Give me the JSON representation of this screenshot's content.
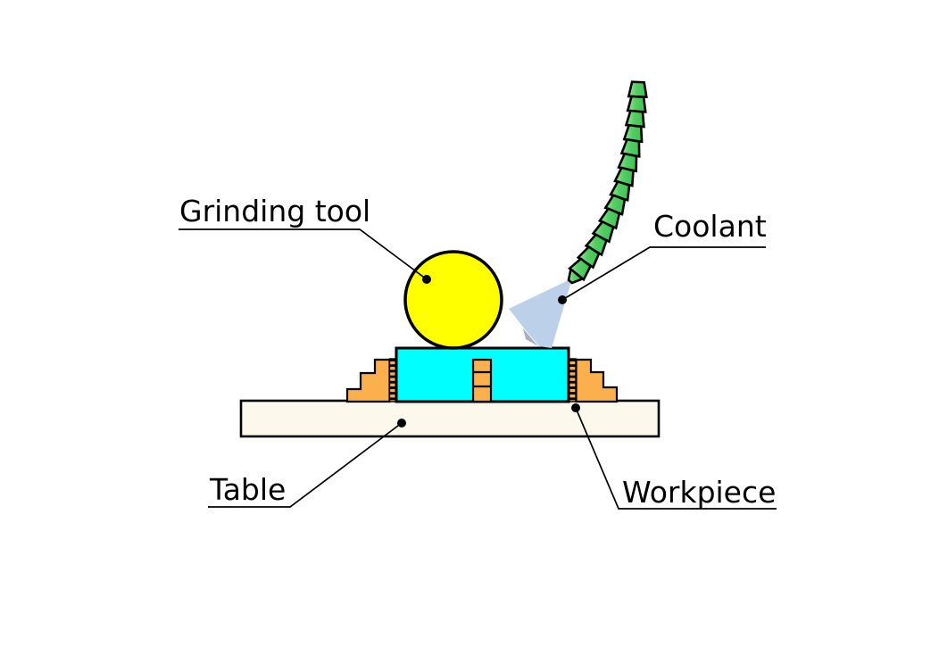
{
  "diagram": {
    "subject": "Surface grinding setup with coolant supply",
    "labels": {
      "grinding_tool": "Grinding tool",
      "coolant": "Coolant",
      "table": "Table",
      "workpiece": "Workpiece"
    },
    "colors": {
      "grinding_tool_fill": "#FFFF00",
      "workpiece_fill": "#00FFFF",
      "clamp_fill": "#FBAF4D",
      "table_fill": "#FDF8EC",
      "coolant_spray_fill": "#BDD0EA",
      "coolant_spray_fold": "#A7B0C0",
      "hose_green_light": "#8AE18D",
      "hose_green_dark": "#3FC456",
      "outline": "#000000",
      "background": "#FFFFFF"
    }
  }
}
